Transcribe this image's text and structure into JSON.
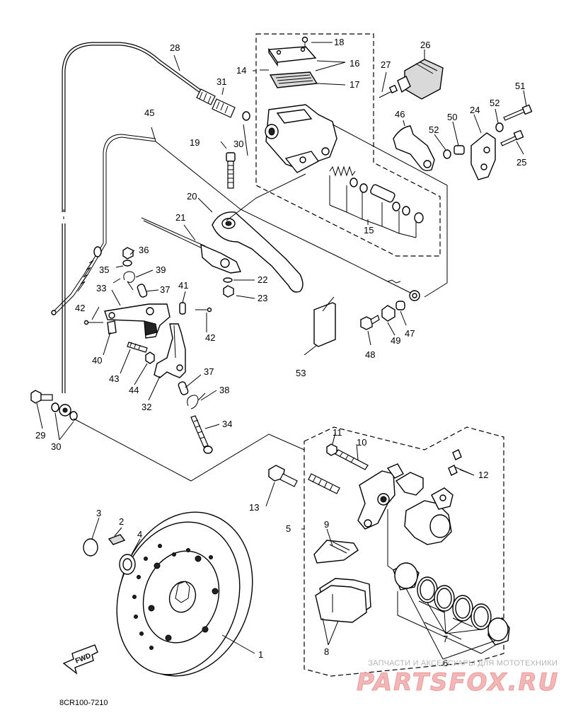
{
  "diagram": {
    "code": "8CR100-7210",
    "fwd_label": "FWD",
    "watermark": {
      "caption": "ЗАПЧАСТИ И АКСЕССУАРЫ ДЛЯ МОТОТЕХНИКИ",
      "brand": "PARTSFOX.RU"
    },
    "callouts": [
      "1",
      "2",
      "3",
      "4",
      "5",
      "6",
      "7",
      "8",
      "9",
      "10",
      "11",
      "12",
      "13",
      "14",
      "15",
      "16",
      "17",
      "18",
      "19",
      "20",
      "21",
      "22",
      "23",
      "24",
      "25",
      "26",
      "27",
      "28",
      "29",
      "30",
      "30",
      "31",
      "32",
      "33",
      "34",
      "35",
      "36",
      "37",
      "37",
      "38",
      "39",
      "40",
      "41",
      "42",
      "42",
      "43",
      "44",
      "45",
      "46",
      "47",
      "48",
      "49",
      "50",
      "51",
      "52",
      "52",
      "53"
    ]
  }
}
